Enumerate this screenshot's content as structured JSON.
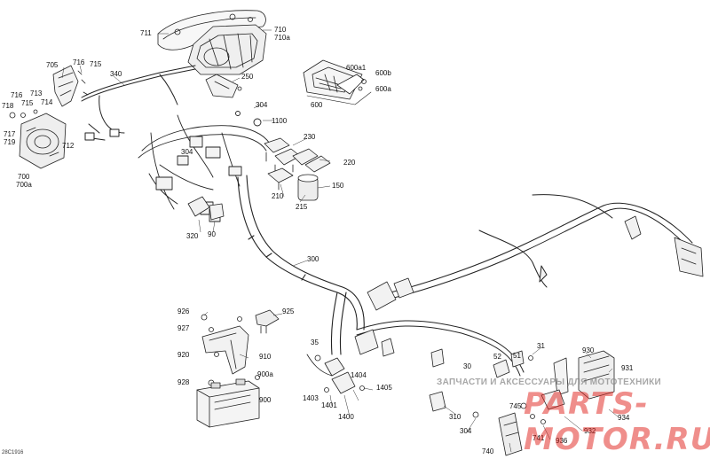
{
  "document_id": "28C1916",
  "watermark": {
    "caption": "ЗАПЧАСТИ И АКСЕССУАРЫ ДЛЯ МОТОТЕХНИКИ",
    "logo_text": "PARTS-MOTOR.RU"
  },
  "callouts": [
    {
      "id": "c711",
      "text": "711"
    },
    {
      "id": "c710",
      "text": "710"
    },
    {
      "id": "c710a",
      "text": "710a"
    },
    {
      "id": "c705",
      "text": "705"
    },
    {
      "id": "c716a",
      "text": "716"
    },
    {
      "id": "c715a",
      "text": "715"
    },
    {
      "id": "c340",
      "text": "340"
    },
    {
      "id": "c250",
      "text": "250"
    },
    {
      "id": "c600a1",
      "text": "600a1"
    },
    {
      "id": "c600b",
      "text": "600b"
    },
    {
      "id": "c600a",
      "text": "600a"
    },
    {
      "id": "c600",
      "text": "600"
    },
    {
      "id": "c716b",
      "text": "716"
    },
    {
      "id": "c713",
      "text": "713"
    },
    {
      "id": "c718",
      "text": "718"
    },
    {
      "id": "c715b",
      "text": "715"
    },
    {
      "id": "c714",
      "text": "714"
    },
    {
      "id": "c304a",
      "text": "304"
    },
    {
      "id": "c717",
      "text": "717"
    },
    {
      "id": "c719",
      "text": "719"
    },
    {
      "id": "c712",
      "text": "712"
    },
    {
      "id": "c1100",
      "text": "1100"
    },
    {
      "id": "c230",
      "text": "230"
    },
    {
      "id": "c304b",
      "text": "304"
    },
    {
      "id": "c220",
      "text": "220"
    },
    {
      "id": "c700",
      "text": "700"
    },
    {
      "id": "c700a",
      "text": "700a"
    },
    {
      "id": "c150",
      "text": "150"
    },
    {
      "id": "c210",
      "text": "210"
    },
    {
      "id": "c215",
      "text": "215"
    },
    {
      "id": "c320",
      "text": "320"
    },
    {
      "id": "c90",
      "text": "90"
    },
    {
      "id": "c300",
      "text": "300"
    },
    {
      "id": "c926",
      "text": "926"
    },
    {
      "id": "c925",
      "text": "925"
    },
    {
      "id": "c927",
      "text": "927"
    },
    {
      "id": "c920",
      "text": "920"
    },
    {
      "id": "c910",
      "text": "910"
    },
    {
      "id": "c35",
      "text": "35"
    },
    {
      "id": "c31",
      "text": "31"
    },
    {
      "id": "c930",
      "text": "930"
    },
    {
      "id": "c52",
      "text": "52"
    },
    {
      "id": "c51",
      "text": "51"
    },
    {
      "id": "c931",
      "text": "931"
    },
    {
      "id": "c30",
      "text": "30"
    },
    {
      "id": "c900a",
      "text": "900a"
    },
    {
      "id": "c928",
      "text": "928"
    },
    {
      "id": "c1404",
      "text": "1404"
    },
    {
      "id": "c1405",
      "text": "1405"
    },
    {
      "id": "c900",
      "text": "900"
    },
    {
      "id": "c1403",
      "text": "1403"
    },
    {
      "id": "c1401",
      "text": "1401"
    },
    {
      "id": "c1400",
      "text": "1400"
    },
    {
      "id": "c310",
      "text": "310"
    },
    {
      "id": "c745",
      "text": "745"
    },
    {
      "id": "c934",
      "text": "934"
    },
    {
      "id": "c304c",
      "text": "304"
    },
    {
      "id": "c932",
      "text": "932"
    },
    {
      "id": "c741",
      "text": "741"
    },
    {
      "id": "c936",
      "text": "936"
    },
    {
      "id": "c740",
      "text": "740"
    }
  ]
}
